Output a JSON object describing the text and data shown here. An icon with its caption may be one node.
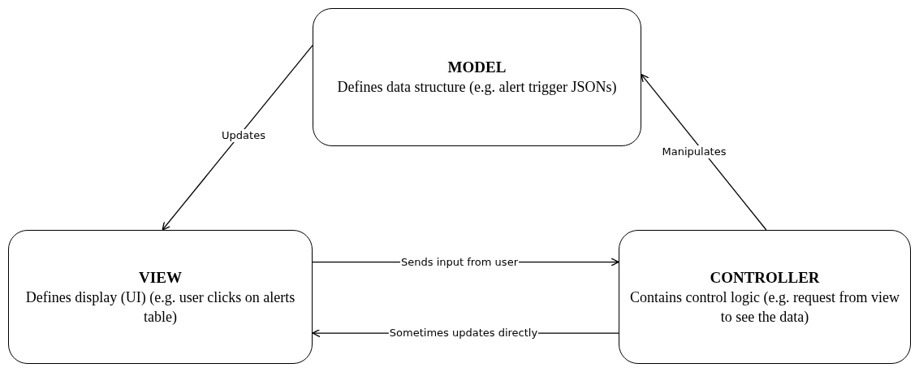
{
  "diagram": {
    "nodes": [
      {
        "text": [
          "MODEL",
          "Defines data structure (e.g. alert trigger JSONs)"
        ]
      },
      {
        "text": [
          "VIEW",
          "Defines display (UI) (e.g. user clicks on alerts table)"
        ]
      },
      {
        "text": [
          "CONTROLLER",
          "Contains control logic (e.g. request from view to see the data)"
        ]
      }
    ],
    "edges": [
      {
        "from": 0,
        "to": 1,
        "arrow": "to",
        "label": "Updates"
      },
      {
        "from": 2,
        "to": 0,
        "arrow": "to",
        "label": "Manipulates"
      },
      {
        "from": 1,
        "to": 2,
        "arrow": "to",
        "label": "Sends input from user"
      },
      {
        "from": 2,
        "to": 1,
        "arrow": "to",
        "label": "Sometimes updates directly"
      }
    ]
  }
}
